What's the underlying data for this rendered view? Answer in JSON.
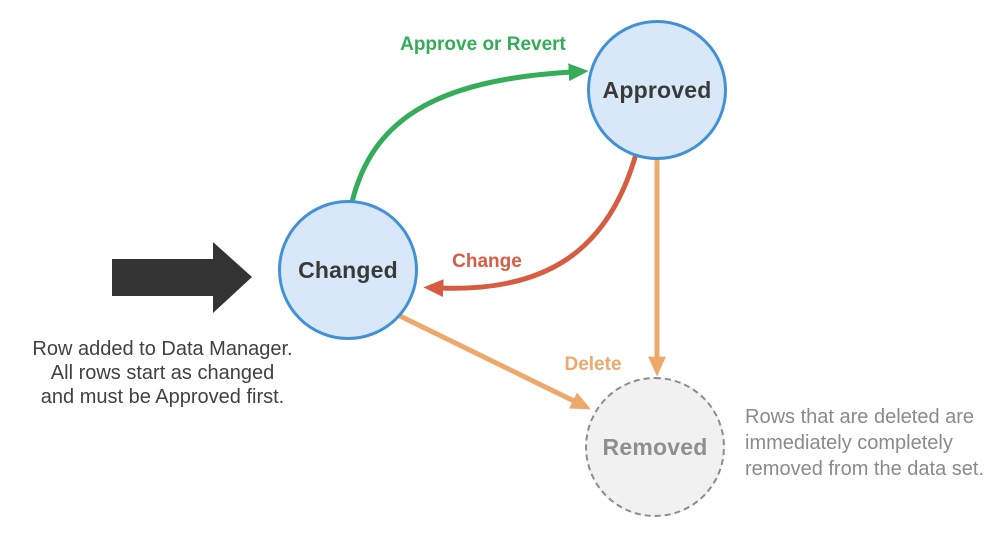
{
  "diagram": {
    "nodes": [
      {
        "id": "changed",
        "label": "Changed"
      },
      {
        "id": "approved",
        "label": "Approved"
      },
      {
        "id": "removed",
        "label": "Removed"
      }
    ],
    "edges": [
      {
        "id": "approve-or-revert",
        "from": "Changed",
        "to": "Approved",
        "label": "Approve or Revert",
        "color": "#34ac58"
      },
      {
        "id": "change",
        "from": "Approved",
        "to": "Changed",
        "label": "Change",
        "color": "#d65c42"
      },
      {
        "id": "delete",
        "from": "Changed",
        "to": "Removed",
        "label": "Delete",
        "color": "#eda96c"
      },
      {
        "id": "approved-to-removed",
        "from": "Approved",
        "to": "Removed",
        "label": "",
        "color": "#eda96c"
      }
    ],
    "entry_note": {
      "lines": [
        "Row added to Data Manager.",
        "All rows start as changed",
        "and must be Approved first."
      ]
    },
    "removed_note": {
      "lines": [
        "Rows that are deleted are",
        "immediately completely",
        "removed from the data set."
      ]
    }
  },
  "colors": {
    "node_fill": "#d9e8f8",
    "node_stroke": "#4291d7",
    "node_label": "#3a3a3a",
    "removed_fill": "#f1f1f1",
    "removed_stroke": "#8c8c8c",
    "removed_label": "#8f8f8f",
    "green_arrow": "#34ac58",
    "red_arrow": "#d65c42",
    "orange_arrow": "#eda96c",
    "entry_arrow": "#333333",
    "entry_note_text": "#414141",
    "removed_note_text": "#8a8a8a",
    "background": "#ffffff"
  }
}
